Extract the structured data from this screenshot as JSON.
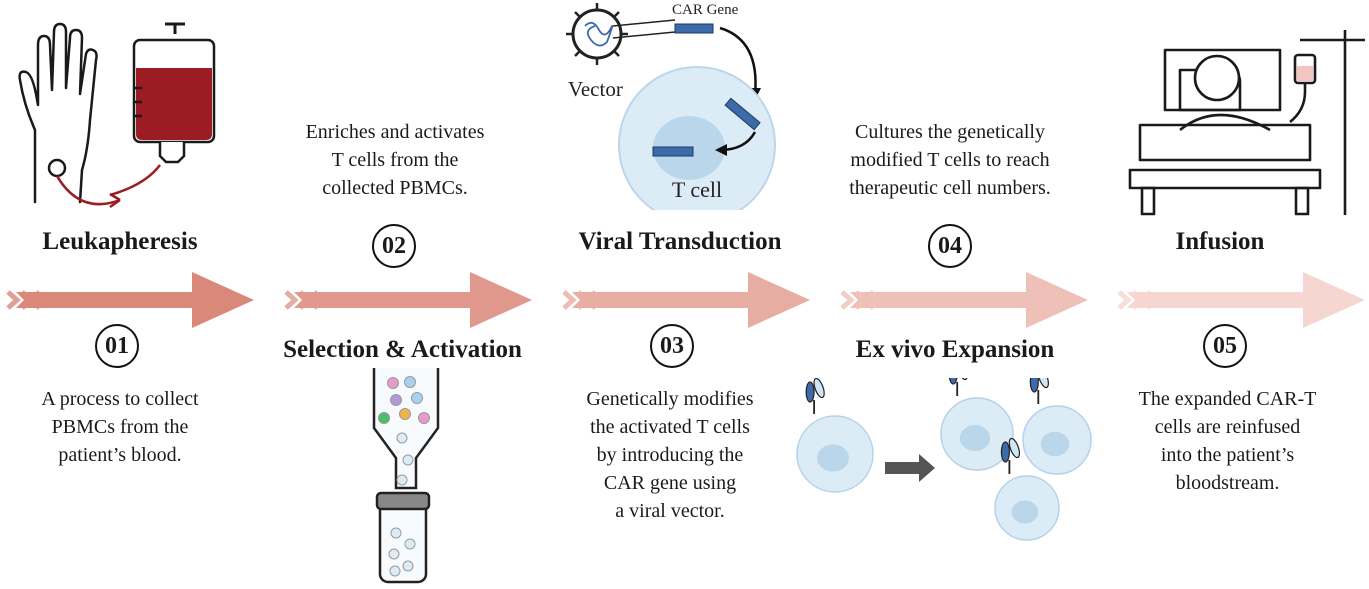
{
  "steps": [
    {
      "number": "01",
      "title": "Leukapheresis",
      "description": [
        "A process to collect",
        "PBMCs from the",
        "patient’s blood."
      ],
      "arrow_color": "#d9887a"
    },
    {
      "number": "02",
      "title": "Selection & Activation",
      "description": [
        "Enriches and activates",
        "T cells from the",
        "collected PBMCs."
      ],
      "arrow_color": "#e0998c"
    },
    {
      "number": "03",
      "title": "Viral Transduction",
      "description": [
        "Genetically modifies",
        "the activated T cells",
        "by introducing the",
        "CAR gene using",
        "a viral vector."
      ],
      "arrow_color": "#e8ada2"
    },
    {
      "number": "04",
      "title": "Ex vivo Expansion",
      "description": [
        "Cultures the genetically",
        "modified T cells to reach",
        "therapeutic cell numbers."
      ],
      "arrow_color": "#efc0b7"
    },
    {
      "number": "05",
      "title": "Infusion",
      "description": [
        "The expanded CAR-T",
        "cells are reinfused",
        "into the patient’s",
        "bloodstream."
      ],
      "arrow_color": "#f6d6d0"
    }
  ],
  "labels": {
    "car_gene": "CAR Gene",
    "vector": "Vector",
    "t_cell": "T cell"
  },
  "colors": {
    "blood": "#9b1c22",
    "cell_fill": "#dcecf7",
    "cell_nucleus": "#b9d6ea",
    "gene_blue": "#3d6aa8"
  }
}
